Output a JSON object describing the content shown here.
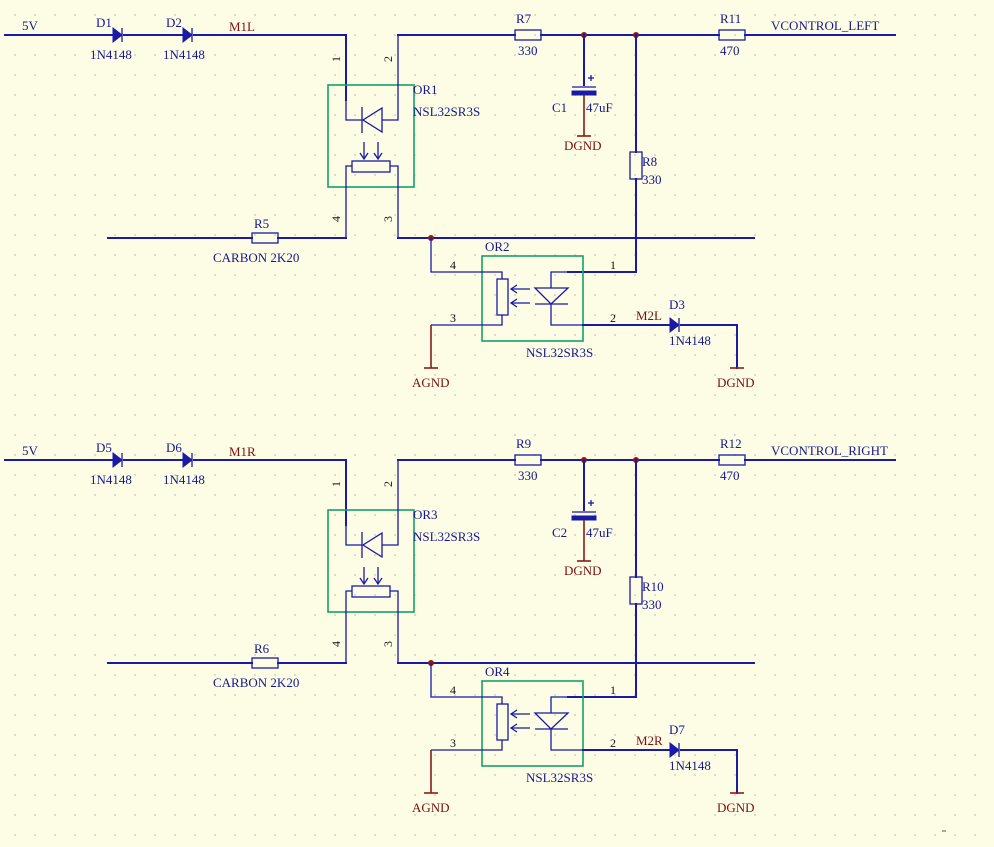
{
  "top": {
    "net_5v": "5V",
    "d1_ref": "D1",
    "d1_val": "1N4148",
    "d2_ref": "D2",
    "d2_val": "1N4148",
    "net_m1": "M1L",
    "or1_ref": "OR1",
    "or1_val": "NSL32SR3S",
    "r5_ref": "R5",
    "r5_val": "CARBON 2K20",
    "r7_ref": "R7",
    "r7_val": "330",
    "c1_ref": "C1",
    "c1_val": "47uF",
    "c1_gnd": "DGND",
    "r8_ref": "R8",
    "r8_val": "330",
    "r11_ref": "R11",
    "r11_val": "470",
    "net_vctrl": "VCONTROL_LEFT",
    "or2_ref": "OR2",
    "or2_val": "NSL32SR3S",
    "net_m2": "M2L",
    "d3_ref": "D3",
    "d3_val": "1N4148",
    "agnd": "AGND",
    "dgnd": "DGND",
    "pins": {
      "a1": "1",
      "a2": "2",
      "a3": "3",
      "a4": "4",
      "b1": "1",
      "b2": "2",
      "b3": "3",
      "b4": "4"
    }
  },
  "bottom": {
    "net_5v": "5V",
    "d1_ref": "D5",
    "d1_val": "1N4148",
    "d2_ref": "D6",
    "d2_val": "1N4148",
    "net_m1": "M1R",
    "or1_ref": "OR3",
    "or1_val": "NSL32SR3S",
    "r5_ref": "R6",
    "r5_val": "CARBON 2K20",
    "r7_ref": "R9",
    "r7_val": "330",
    "c1_ref": "C2",
    "c1_val": "47uF",
    "c1_gnd": "DGND",
    "r8_ref": "R10",
    "r8_val": "330",
    "r11_ref": "R12",
    "r11_val": "470",
    "net_vctrl": "VCONTROL_RIGHT",
    "or2_ref": "OR4",
    "or2_val": "NSL32SR3S",
    "net_m2": "M2R",
    "d3_ref": "D7",
    "d3_val": "1N4148",
    "agnd": "AGND",
    "dgnd": "DGND",
    "pins": {
      "a1": "1",
      "a2": "2",
      "a3": "3",
      "a4": "4",
      "b1": "1",
      "b2": "2",
      "b3": "3",
      "b4": "4"
    }
  },
  "colors": {
    "wire": "#1a1aa6",
    "component_box": "#17a06a",
    "ground_power": "#8a1a1a",
    "background": "#fdfde6"
  }
}
